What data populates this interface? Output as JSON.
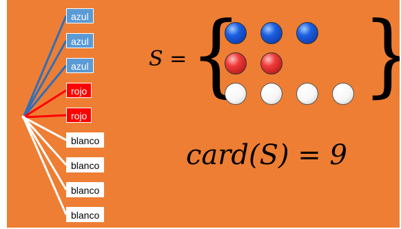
{
  "colors": {
    "background": "#ee7e33",
    "blue": "#1b5fe0",
    "red": "#ff0000",
    "white": "#ffffff"
  },
  "tree": {
    "labels": [
      {
        "text": "azul",
        "kind": "blue"
      },
      {
        "text": "azul",
        "kind": "blue"
      },
      {
        "text": "azul",
        "kind": "blue"
      },
      {
        "text": "rojo",
        "kind": "red"
      },
      {
        "text": "rojo",
        "kind": "red"
      },
      {
        "text": "blanco",
        "kind": "white"
      },
      {
        "text": "blanco",
        "kind": "white"
      },
      {
        "text": "blanco",
        "kind": "white"
      },
      {
        "text": "blanco",
        "kind": "white"
      }
    ]
  },
  "set": {
    "name": "S =",
    "rows": [
      {
        "color": "blue",
        "count": 3
      },
      {
        "color": "red",
        "count": 2
      },
      {
        "color": "white",
        "count": 4
      }
    ]
  },
  "cardinality": {
    "equation": "card(S) = 9"
  }
}
